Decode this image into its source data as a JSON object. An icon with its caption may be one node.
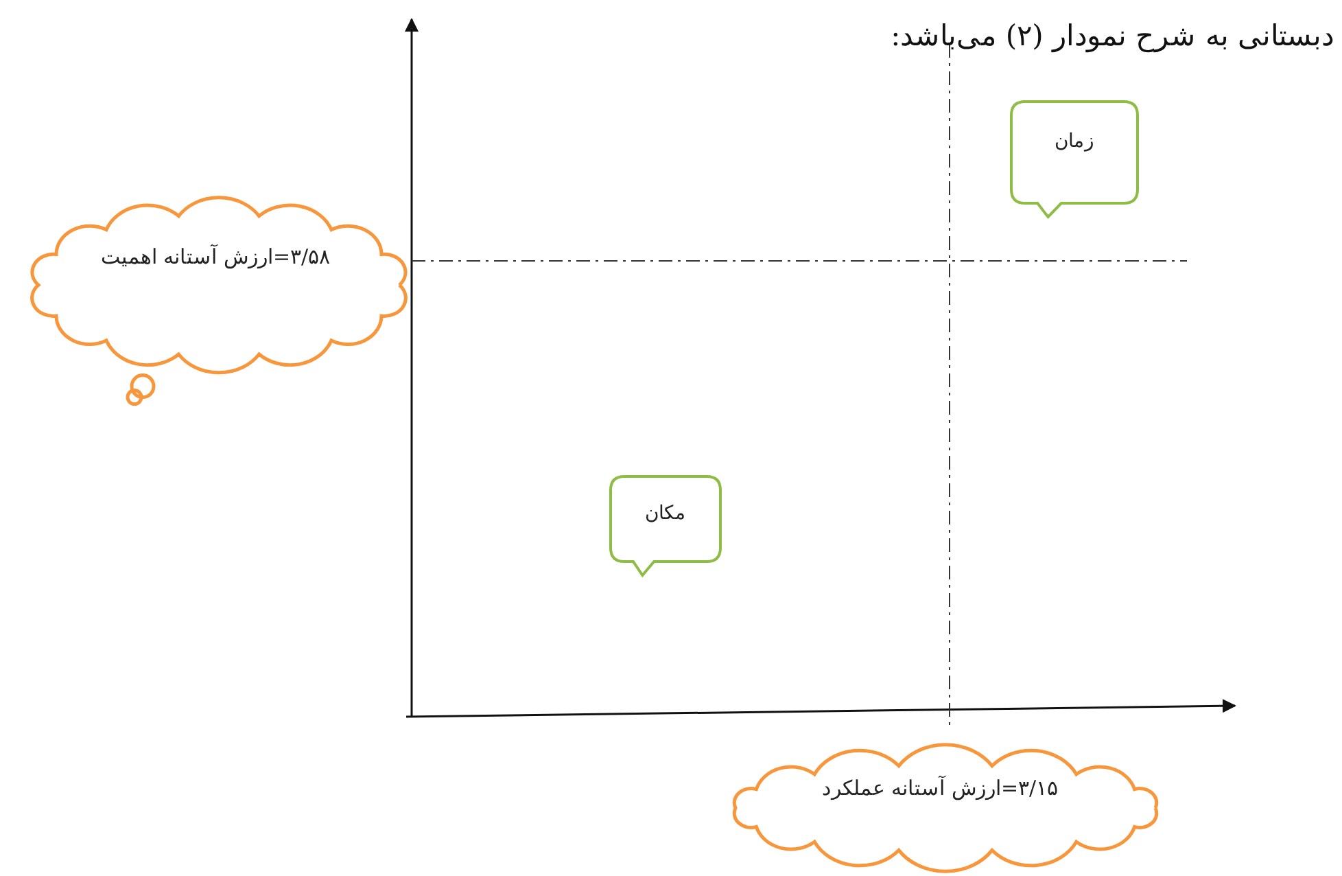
{
  "diagram": {
    "title": "دبستانی به شرح نمودار (۲) می‌باشد:",
    "nodes": [
      {
        "text": [
          "۳/۵۸=ارزش آستانه اهمیت"
        ]
      },
      {
        "text": [
          "زمان"
        ]
      },
      {
        "text": [
          "مکان"
        ]
      },
      {
        "text": [
          "۳/۱۵=ارزش آستانه عملکرد"
        ]
      }
    ]
  }
}
